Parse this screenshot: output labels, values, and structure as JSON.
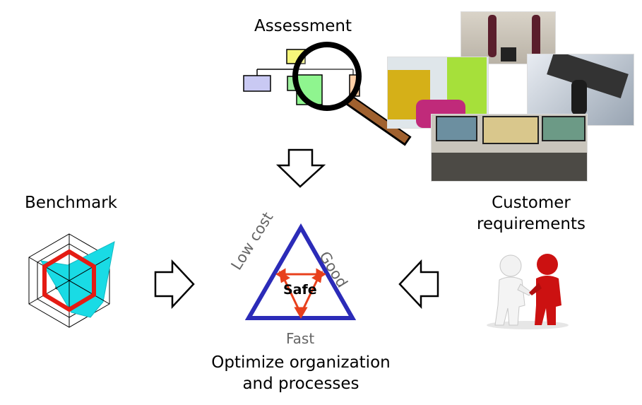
{
  "labels": {
    "assessment": "Assessment",
    "benchmark": "Benchmark",
    "customer_line1": "Customer",
    "customer_line2": "requirements",
    "optimize_line1": "Optimize organization",
    "optimize_line2": "and processes"
  },
  "triangle": {
    "left": "Low cost",
    "right": "Good",
    "bottom": "Fast",
    "center": "Safe"
  },
  "colors": {
    "triangle": "#2b2bb8",
    "arrows_red": "#e8401c",
    "hexagon_red": "#e41b13",
    "radar_fill": "#19dbe5",
    "side_label_gray": "#666666",
    "magnifier_handle": "#a0612f"
  },
  "icons": [
    "magnifier-icon",
    "down-arrow-icon",
    "right-arrow-icon",
    "left-arrow-icon",
    "radar-chart-icon",
    "handshake-figures-icon"
  ],
  "photos": [
    "flight-attendants-photo",
    "baggage-handling-photo",
    "aircraft-maintenance-photo",
    "operations-control-room-photo"
  ]
}
